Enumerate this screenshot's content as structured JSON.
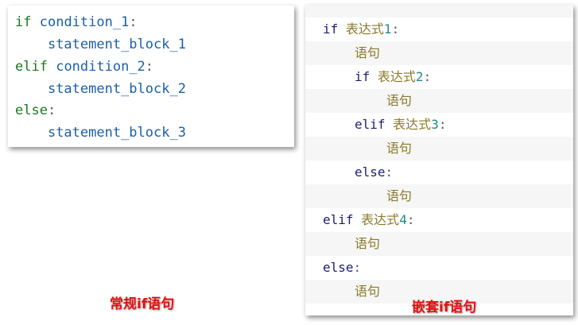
{
  "left_code": {
    "line1": {
      "kw": "if",
      "cond": "condition_1",
      "colon": ":"
    },
    "line2": {
      "stmt": "statement_block_1"
    },
    "line3": {
      "kw": "elif",
      "cond": "condition_2",
      "colon": ":"
    },
    "line4": {
      "stmt": "statement_block_2"
    },
    "line5": {
      "kw": "else",
      "colon": ":"
    },
    "line6": {
      "stmt": "statement_block_3"
    }
  },
  "right_code": {
    "l1": {
      "kw": "if",
      "expr": "表达式",
      "num": "1",
      "colon": ":"
    },
    "l2": {
      "stmt": "语句"
    },
    "l3": {
      "kw": "if",
      "expr": "表达式",
      "num": "2",
      "colon": ":"
    },
    "l4": {
      "stmt": "语句"
    },
    "l5": {
      "kw": "elif",
      "expr": "表达式",
      "num": "3",
      "colon": ":"
    },
    "l6": {
      "stmt": "语句"
    },
    "l7": {
      "kw": "else",
      "colon": ":"
    },
    "l8": {
      "stmt": "语句"
    },
    "l9": {
      "kw": "elif",
      "expr": "表达式",
      "num": "4",
      "colon": ":"
    },
    "l10": {
      "stmt": "语句"
    },
    "l11": {
      "kw": "else",
      "colon": ":"
    },
    "l12": {
      "stmt": "语句"
    }
  },
  "captions": {
    "left": "常规if语句",
    "right": "嵌套if语句"
  },
  "colors": {
    "caption": "#e31010",
    "keyword_green": "#1a7a1a",
    "keyword_blue": "#1a5fa8",
    "keyword_navy": "#1b1f6e",
    "chinese_text": "#8a7a2a",
    "number": "#1f8a8a"
  }
}
